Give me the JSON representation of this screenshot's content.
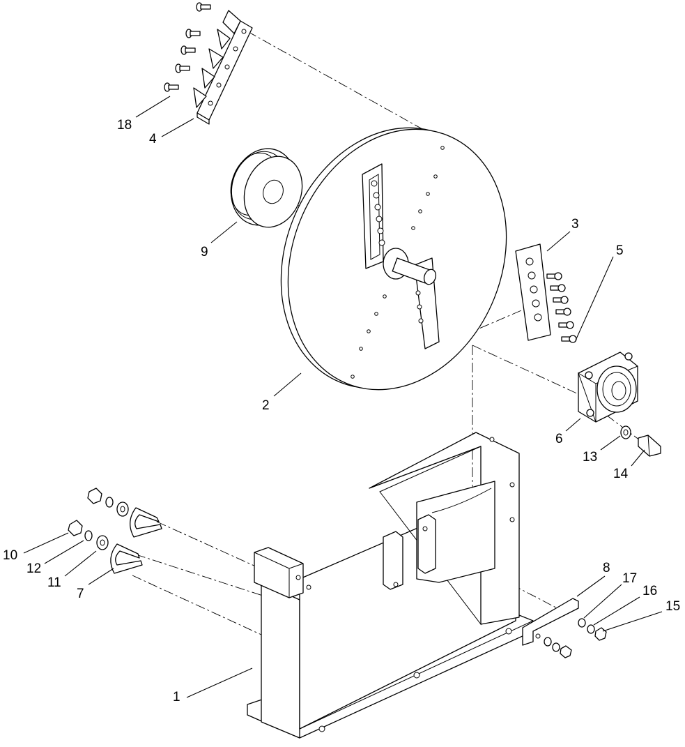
{
  "diagram": {
    "type": "exploded-parts-view",
    "callouts": [
      {
        "id": "c1",
        "label": "1"
      },
      {
        "id": "c2",
        "label": "2"
      },
      {
        "id": "c3",
        "label": "3"
      },
      {
        "id": "c4",
        "label": "4"
      },
      {
        "id": "c5",
        "label": "5"
      },
      {
        "id": "c6",
        "label": "6"
      },
      {
        "id": "c7",
        "label": "7"
      },
      {
        "id": "c8",
        "label": "8"
      },
      {
        "id": "c9",
        "label": "9"
      },
      {
        "id": "c10",
        "label": "10"
      },
      {
        "id": "c11",
        "label": "11"
      },
      {
        "id": "c12",
        "label": "12"
      },
      {
        "id": "c13",
        "label": "13"
      },
      {
        "id": "c14",
        "label": "14"
      },
      {
        "id": "c15",
        "label": "15"
      },
      {
        "id": "c16",
        "label": "16"
      },
      {
        "id": "c17",
        "label": "17"
      },
      {
        "id": "c18",
        "label": "18"
      }
    ],
    "colors": {
      "line": "#000000",
      "background": "#ffffff"
    }
  }
}
